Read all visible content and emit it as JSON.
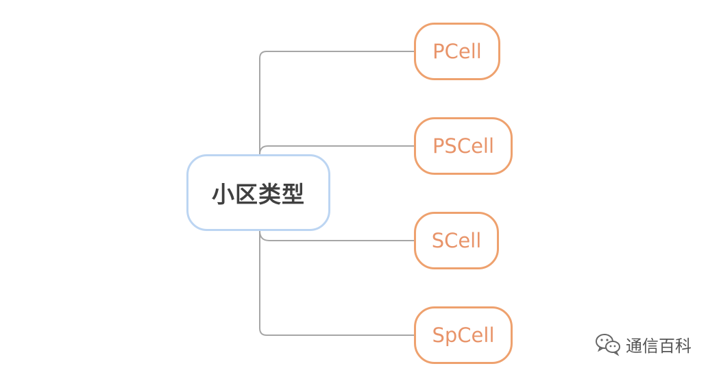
{
  "diagram": {
    "root": {
      "label": "小区类型"
    },
    "children": [
      {
        "label": "PCell"
      },
      {
        "label": "PSCell"
      },
      {
        "label": "SCell"
      },
      {
        "label": "SpCell"
      }
    ],
    "colors": {
      "connector": "#a6a6a6",
      "root_border": "#bcd5f2",
      "root_text": "#404040",
      "child_border": "#eea16e",
      "child_text": "#e8946a"
    }
  },
  "watermark": {
    "icon": "wechat-icon",
    "text": "通信百科"
  }
}
